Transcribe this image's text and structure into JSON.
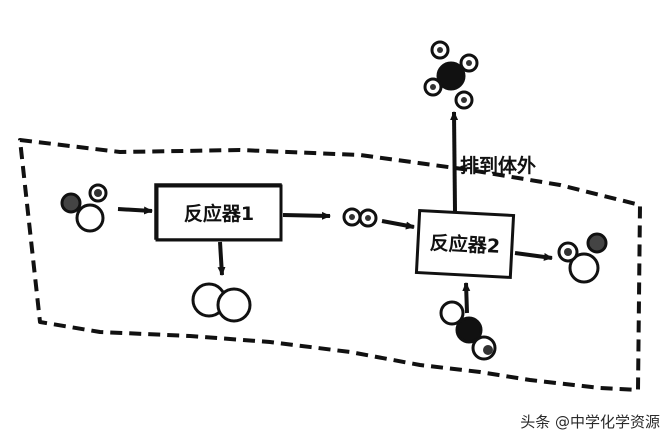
{
  "reactor_1": {
    "label": "反应器1"
  },
  "reactor_2": {
    "label": "反应器2"
  },
  "discharge_label": "排到体外",
  "watermark": "头条 @中学化学资源"
}
